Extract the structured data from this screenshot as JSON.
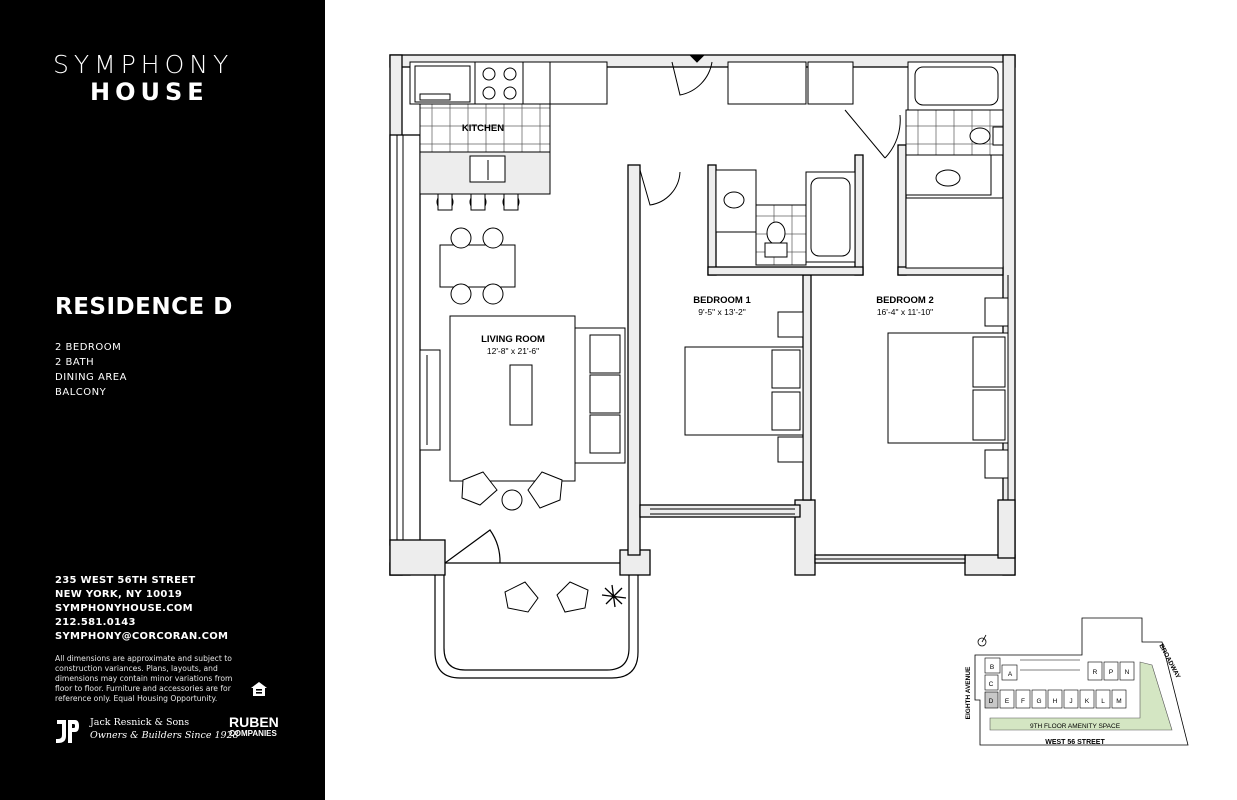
{
  "brand": {
    "line1": "SYMPHONY",
    "line2": "HOUSE"
  },
  "residence": {
    "title": "RESIDENCE D",
    "features": [
      "2 BEDROOM",
      "2 BATH",
      "DINING AREA",
      "BALCONY"
    ]
  },
  "contact": {
    "address1": "235 WEST 56TH STREET",
    "address2": "NEW YORK, NY 10019",
    "website": "SYMPHONYHOUSE.COM",
    "phone": "212.581.0143",
    "email": "SYMPHONY@CORCORAN.COM"
  },
  "disclaimer": "All dimensions are approximate and subject to construction variances. Plans, layouts, and dimensions may contain minor variations from floor to floor. Furniture and accessories are for reference only. Equal Housing Opportunity.",
  "developer": {
    "name": "Jack Resnick & Sons",
    "tagline": "Owners & Builders Since 1928"
  },
  "partner": {
    "line1": "RUBEN",
    "line2": "COMPANIES"
  },
  "rooms": {
    "kitchen": {
      "name": "KITCHEN"
    },
    "living": {
      "name": "LIVING ROOM",
      "dims": "12'-8\" x 21'-6\""
    },
    "bedroom1": {
      "name": "BEDROOM 1",
      "dims": "9'-5\" x 13'-2\""
    },
    "bedroom2": {
      "name": "BEDROOM 2",
      "dims": "16'-4\" x 11'-10\""
    }
  },
  "keyplan": {
    "units": [
      "A",
      "B",
      "C",
      "D",
      "E",
      "F",
      "G",
      "H",
      "J",
      "K",
      "L",
      "M",
      "N",
      "P",
      "R"
    ],
    "labels": {
      "avenue": "EIGHTH AVENUE",
      "broadway": "BROADWAY",
      "amenity": "9TH FLOOR AMENITY SPACE",
      "street": "WEST 56 STREET"
    },
    "highlight_unit": "D",
    "colors": {
      "amenity_green": "#d4e6c3",
      "highlight": "#c8c8c8"
    }
  }
}
